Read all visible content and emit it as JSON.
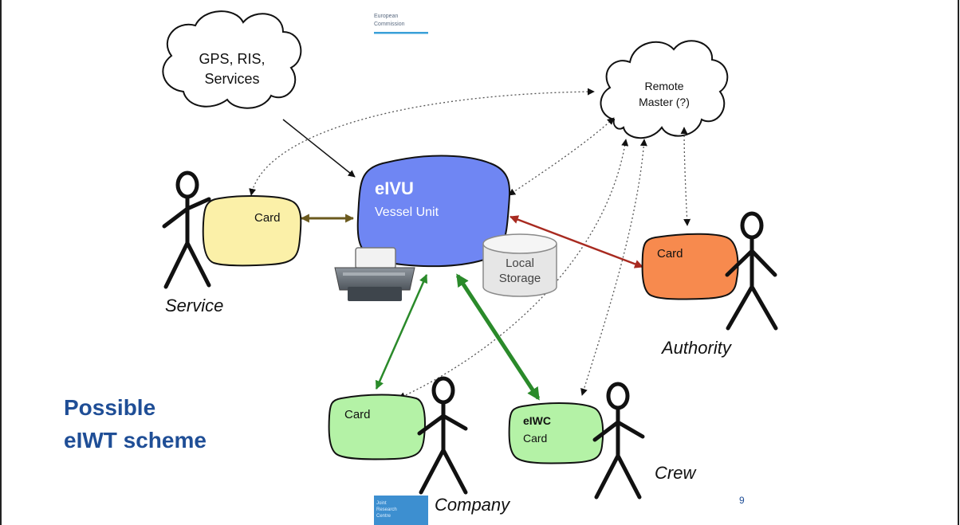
{
  "header": {
    "logo_line1": "European",
    "logo_line2": "Commission"
  },
  "footer": {
    "jrc_line1": "Joint",
    "jrc_line2": "Research",
    "jrc_line3": "Centre",
    "page_number": "9"
  },
  "title": {
    "line1": "Possible",
    "line2": "eIWT scheme",
    "color": "#1f4e96"
  },
  "clouds": {
    "gps": {
      "line1": "GPS, RIS,",
      "line2": "Services"
    },
    "remote": {
      "line1": "Remote",
      "line2": "Master (?)"
    }
  },
  "vessel_unit": {
    "title": "eIVU",
    "subtitle": "Vessel Unit",
    "color": "#6f86f3"
  },
  "local_storage": {
    "line1": "Local",
    "line2": "Storage"
  },
  "cards": {
    "service": {
      "label": "Card",
      "color": "#fbf0a8"
    },
    "authority": {
      "label": "Card",
      "color": "#f78a4e"
    },
    "company": {
      "label": "Card",
      "color": "#b4f2a6"
    },
    "crew": {
      "label_bold": "eIWC",
      "label": "Card",
      "color": "#b4f2a6"
    }
  },
  "actors": {
    "service": "Service",
    "authority": "Authority",
    "company": "Company",
    "crew": "Crew"
  },
  "link_colors": {
    "service": "#6b5a1e",
    "authority": "#a82a20",
    "crew": "#2a8a2a",
    "data": "#222222",
    "remote": "#555555"
  }
}
